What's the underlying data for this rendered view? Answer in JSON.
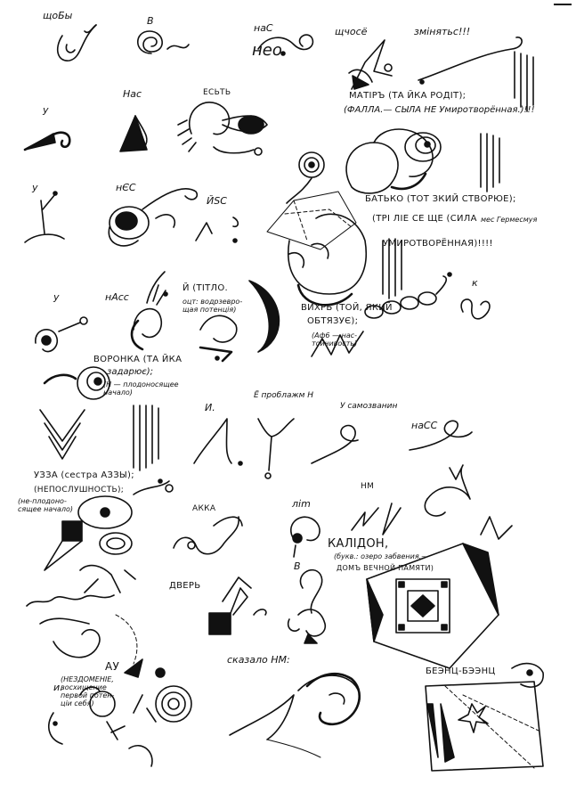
{
  "labels": {
    "shchoby": "щоБы",
    "v1": "В",
    "nas1": "наС",
    "neo": "нео",
    "shchos": "щчосё",
    "zminyaty": "змінятьс!!!",
    "u1": "у",
    "nas2": "Нас",
    "yest": "ЕСЬТЬ",
    "matir": "МАТІРЪ (ТА ЙКА РОДІТ);",
    "falla": "(ФАЛЛА.— СЫЛА НЕ Умиротворённая.)!!!",
    "u2": "у",
    "nes": "нЄС",
    "yis": "ЙSС",
    "batko": "БАТЬКО (ТОТ ЗКИЙ СТВОРЮЕ);",
    "tri": "(ТРІ ЛІЕ СЕ ЩЕ (СИЛА",
    "mes": "мес Гермесмуя",
    "umirotvor": "УМИРОТВОРЁННАЯ)!!!!",
    "u3": "у",
    "nass1": "нАсс",
    "i_titlo": "Й (ТІТЛО.",
    "titlo_sub": "оцт: водрзевро-\nщая потенція)",
    "vikhr": "ВИХРЬ (ТОЙ, ЯКИЙ",
    "obtyazuye": "ОБТЯЗУЄ);",
    "afa": "(Аф6 — нас-\nтойчивость)",
    "k": "к",
    "voronka": "ВОРОНКА (ТА ЙКА",
    "zadaruye": "задарює);",
    "plodo": "(Н — плодоносящее\nначало)",
    "i_mid": "И.",
    "yo_problyazhm": "Ё проблажм Н",
    "u_samozvanin": "У самозванин",
    "nass2": "наСС",
    "uzza": "УЗЗА (сестра АЗЗЫ);",
    "neposlushnost": "(НЕПОСЛУШНОСТЬ);",
    "neplodo": "(не-плодоно-\nсящее начало)",
    "hm": "НМ",
    "akka": "АККА",
    "lim": "ліm",
    "kalidon": "КАЛІДОН,",
    "ozero": "(букв.: озеро забвения.—",
    "dom": "ДОМЪ ВЕЧНОЙ ПАМЯТИ)",
    "dver": "ДВЕРЬ",
    "v2": "В",
    "ay": "АУ",
    "nezd": "(НЕЗДОМЕНІЕ,\nвосхищение\nпервой потен-\nціи себя)",
    "i_low": "и.",
    "skazalo": "сказало НМ:",
    "beenz": "БЕЭНЦ-БЭЭНЦ"
  }
}
